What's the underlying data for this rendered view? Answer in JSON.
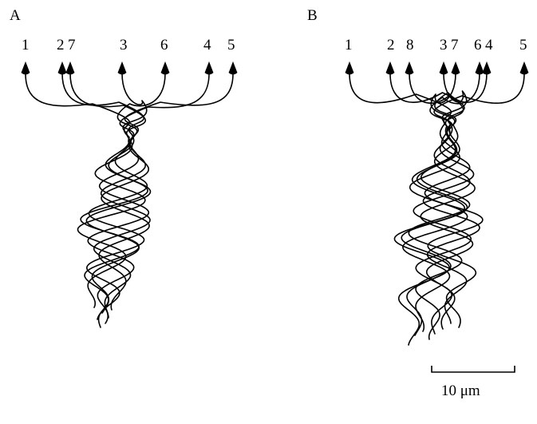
{
  "figure": {
    "panels": [
      {
        "label": "A",
        "tracks": [
          {
            "number": "1"
          },
          {
            "number": "2"
          },
          {
            "number": "7"
          },
          {
            "number": "3"
          },
          {
            "number": "6"
          },
          {
            "number": "4"
          },
          {
            "number": "5"
          }
        ]
      },
      {
        "label": "B",
        "tracks": [
          {
            "number": "1"
          },
          {
            "number": "2"
          },
          {
            "number": "8"
          },
          {
            "number": "3"
          },
          {
            "number": "7"
          },
          {
            "number": "6"
          },
          {
            "number": "4"
          },
          {
            "number": "5"
          }
        ]
      }
    ],
    "scale_bar": {
      "value": 10,
      "label": "10 μm"
    }
  }
}
